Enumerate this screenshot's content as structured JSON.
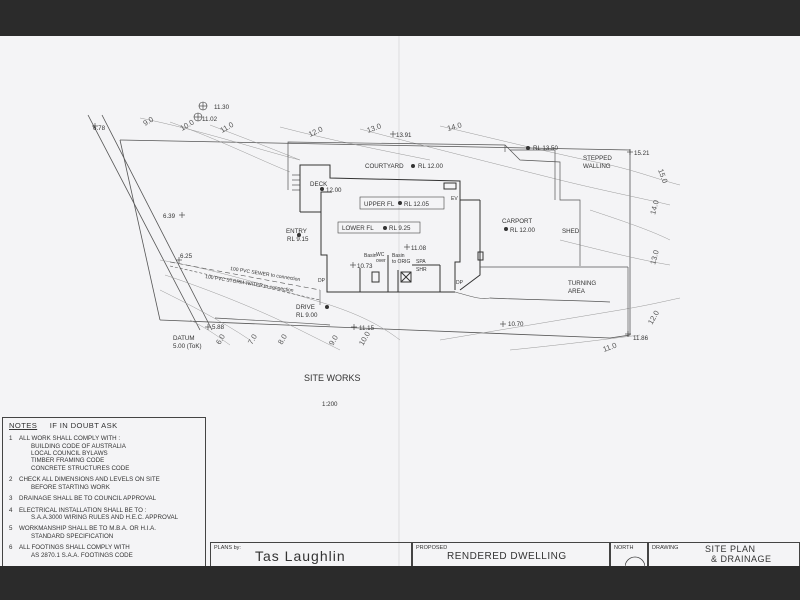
{
  "drawing": {
    "title": "SITE WORKS",
    "scale": "1:200",
    "contours": [
      "9.0",
      "10.0",
      "11.0",
      "12.0",
      "13.0",
      "14.0",
      "15.0",
      "14.0",
      "13.0",
      "12.0",
      "11.0",
      "10.0",
      "9.0",
      "8.0",
      "7.0",
      "6.0"
    ],
    "levels": {
      "rl_1130": "11.30",
      "rl_1102": "11.02",
      "rl_678": "6.78",
      "rl_1391": "13.91",
      "rl_1521": "15.21",
      "rl_1350": "RL 13.50",
      "rl_639": "6.39",
      "rl_625": "6.25",
      "rl_588": "5.88",
      "rl_1115": "11.15",
      "rl_1070": "10.70",
      "rl_1186": "11.86",
      "rl_1108": "11.08",
      "rl_1073": "10.73"
    },
    "labels": {
      "courtyard": "COURTYARD",
      "courtyard_rl": "RL 12.00",
      "stepped": "STEPPED",
      "walling": "WALLING",
      "deck": "DECK",
      "deck_rl": "12.00",
      "upper_fl": "UPPER FL",
      "upper_rl": "RL 12.05",
      "lower_fl": "LOWER FL",
      "lower_rl": "RL 9.25",
      "entry": "ENTRY",
      "entry_rl": "RL 9.15",
      "carport": "CARPORT",
      "carport_rl": "RL 12.00",
      "shed": "SHED",
      "turning": "TURNING",
      "area": "AREA",
      "drive": "DRIVE",
      "drive_rl": "RL 9.00",
      "datum": "DATUM",
      "datum_rl": "5.00 (ToK)",
      "sewer": "100 PVC SEWER to connection",
      "storm": "100 PVC STORM WATER to connection",
      "ev": "EV",
      "dp1": "DP",
      "dp2": "DP",
      "basin1": "Basin",
      "basin2": "Basin",
      "wc": "WC",
      "over1": "over",
      "to_orig": "to ORIG",
      "spa": "SPA",
      "shr": "SHR"
    }
  },
  "notes": {
    "heading": "NOTES",
    "heading_sub": "IF IN DOUBT ASK",
    "items": [
      {
        "num": "1",
        "text": "ALL WORK SHALL COMPLY WITH :",
        "sub": [
          "BUILDING CODE OF AUSTRALIA",
          "LOCAL COUNCIL BYLAWS",
          "TIMBER FRAMING CODE",
          "CONCRETE STRUCTURES CODE"
        ]
      },
      {
        "num": "2",
        "text": "CHECK ALL DIMENSIONS AND LEVELS ON SITE",
        "sub": [
          "BEFORE STARTING WORK"
        ]
      },
      {
        "num": "3",
        "text": "DRAINAGE SHALL BE TO COUNCIL APPROVAL",
        "sub": []
      },
      {
        "num": "4",
        "text": "ELECTRICAL INSTALLATION SHALL BE TO :",
        "sub": [
          "S.A.A.3000 WIRING RULES AND H.E.C. APPROVAL"
        ]
      },
      {
        "num": "5",
        "text": "WORKMANSHIP SHALL BE TO M.B.A. OR H.I.A.",
        "sub": [
          "STANDARD SPECIFICATION"
        ]
      },
      {
        "num": "6",
        "text": "ALL FOOTINGS SHALL COMPLY WITH",
        "sub": [
          "AS 2870.1 S.A.A. FOOTINGS CODE"
        ]
      }
    ]
  },
  "titleblock": {
    "plans_by_label": "PLANS by:",
    "plans_by": "Tas Laughlin",
    "proposed_label": "PROPOSED",
    "proposed": "RENDERED DWELLING",
    "north_label": "NORTH",
    "drawing_label": "DRAWING",
    "drawing_line1": "SITE PLAN",
    "drawing_line2": "& DRAINAGE"
  }
}
